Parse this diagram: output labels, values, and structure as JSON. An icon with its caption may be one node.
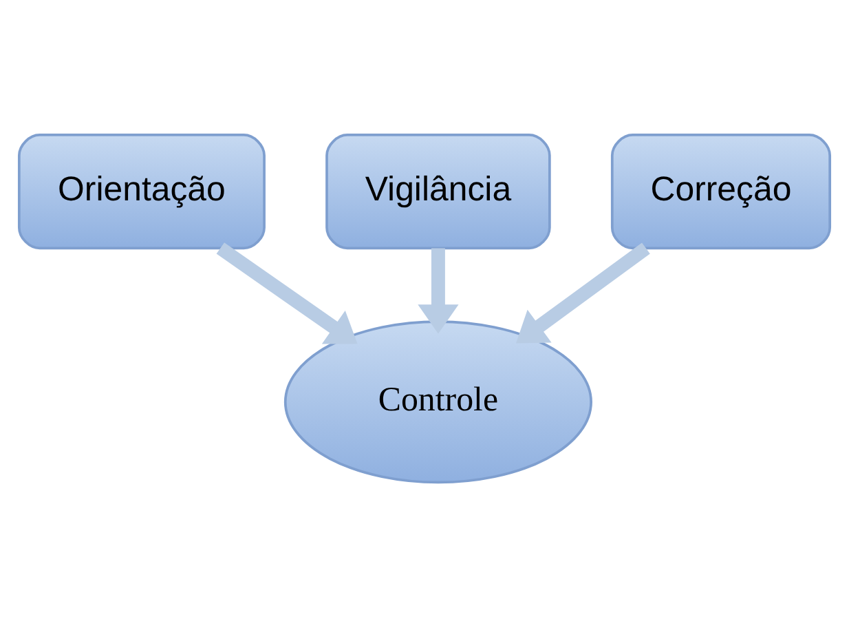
{
  "diagram": {
    "nodes": [
      {
        "text": [
          "Orientação"
        ]
      },
      {
        "text": [
          "Vigilância"
        ]
      },
      {
        "text": [
          "Correção"
        ]
      },
      {
        "text": [
          "Controle"
        ]
      }
    ],
    "edges": [
      {
        "from": 0,
        "to": 3,
        "arrow": "to"
      },
      {
        "from": 1,
        "to": 3,
        "arrow": "to"
      },
      {
        "from": 2,
        "to": 3,
        "arrow": "to"
      }
    ]
  }
}
